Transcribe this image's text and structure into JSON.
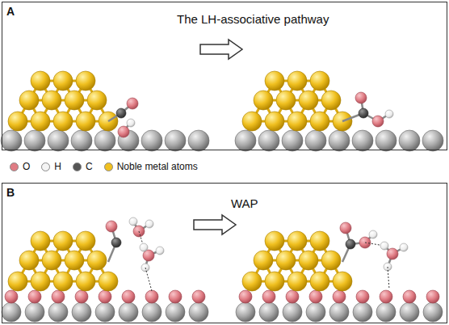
{
  "diagram": {
    "nodes": [
      {
        "text": [
          "A",
          "The LH-associative pathway"
        ]
      },
      {
        "text": [
          "B",
          "WAP"
        ]
      }
    ],
    "legend": [
      {
        "text": "O",
        "color": "#e07c84"
      },
      {
        "text": "H",
        "color": "#f4f4f4"
      },
      {
        "text": "C",
        "color": "#555555"
      },
      {
        "text": "Noble metal atoms",
        "color": "#f0c020"
      }
    ]
  }
}
